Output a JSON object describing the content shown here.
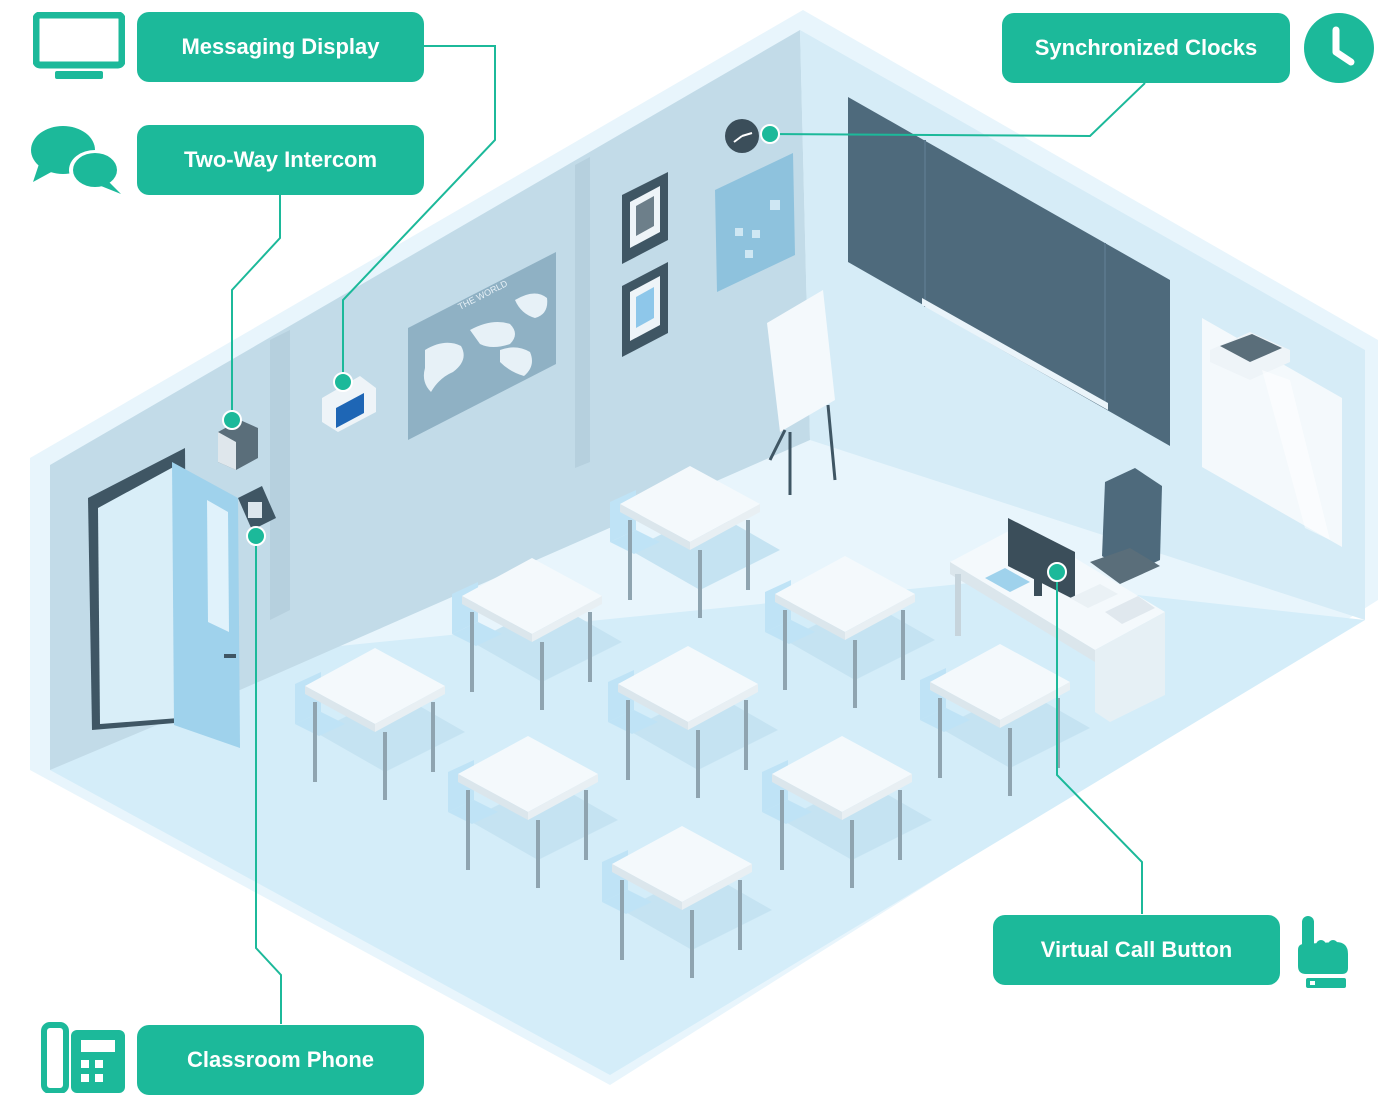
{
  "colors": {
    "accent": "#1cb99a",
    "floor": "#d4edf9",
    "wall": "#c2dbe8",
    "wall_dark": "#aecbdb",
    "outline": "#e8f5fc",
    "desk": "#f4f9fc",
    "chair": "#bfe3f6",
    "screen": "#4e6a7c",
    "map": "#8fb1c4"
  },
  "map_caption": "THE WORLD",
  "labels": {
    "messaging_display": "Messaging Display",
    "two_way_intercom": "Two-Way Intercom",
    "synchronized_clocks": "Synchronized Clocks",
    "virtual_call_button": "Virtual Call Button",
    "classroom_phone": "Classroom Phone"
  },
  "icons": {
    "messaging_display": "monitor-icon",
    "two_way_intercom": "chat-bubbles-icon",
    "synchronized_clocks": "clock-icon",
    "virtual_call_button": "pointing-hand-icon",
    "classroom_phone": "desk-phone-icon"
  }
}
